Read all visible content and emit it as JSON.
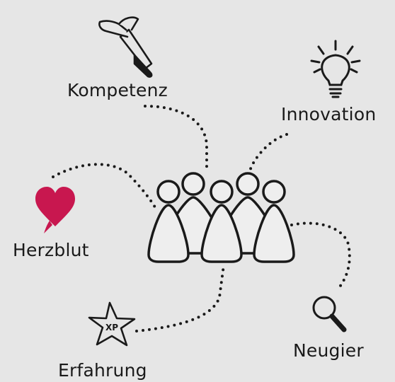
{
  "diagram": {
    "labels": {
      "kompetenz": "Kompetenz",
      "innovation": "Innovation",
      "herzblut": "Herzblut",
      "erfahrung": "Erfahrung",
      "neugier": "Neugier"
    },
    "star_text": "XP",
    "icons": {
      "kompetenz": "hammer-icon",
      "innovation": "lightbulb-icon",
      "herzblut": "heart-icon",
      "erfahrung": "star-xp-icon",
      "neugier": "magnifier-icon",
      "center": "team-icon"
    },
    "colors": {
      "background": "#e6e6e6",
      "ink": "#1a1a1a",
      "heart": "#c8174f",
      "figure_fill": "#eeeeee"
    }
  }
}
